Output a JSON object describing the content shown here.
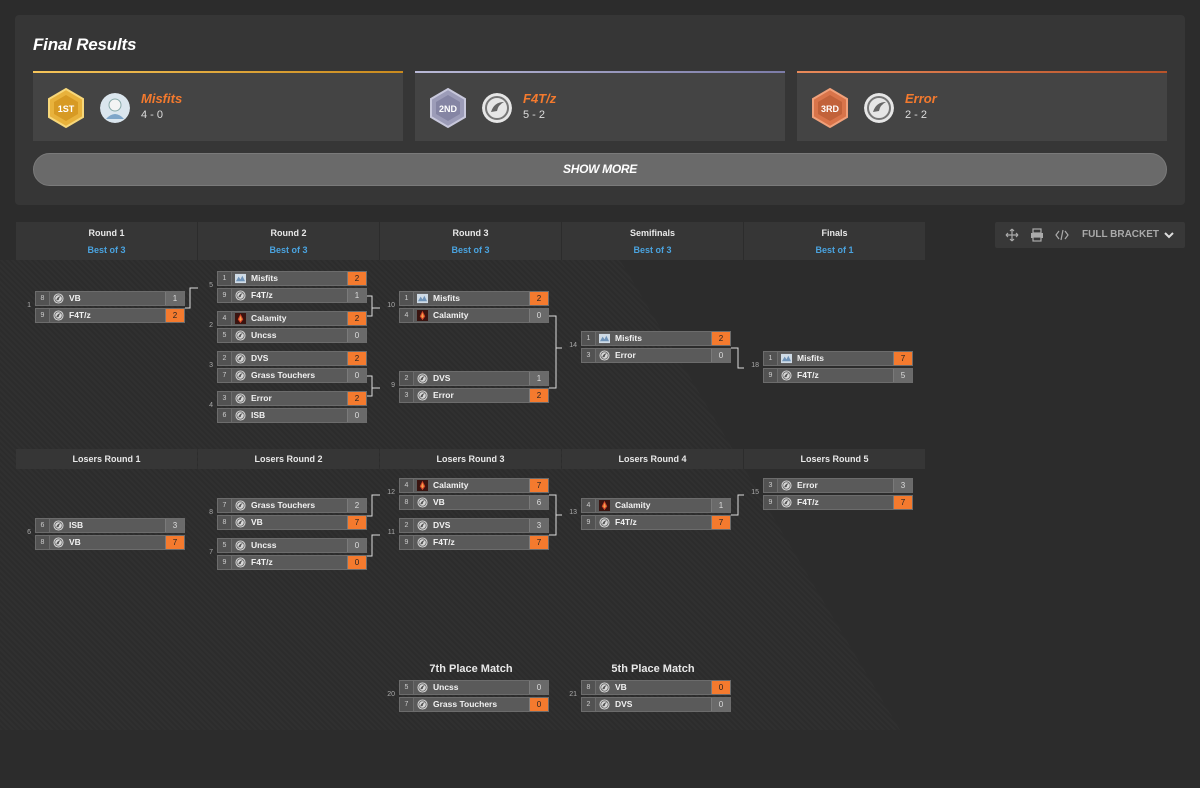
{
  "results": {
    "title": "Final Results",
    "show_more": "SHOW MORE",
    "places": [
      {
        "medal": "1ST",
        "team": "Misfits",
        "score": "4 - 0",
        "color": "#f0b23a"
      },
      {
        "medal": "2ND",
        "team": "F4T/z",
        "score": "5 - 2",
        "color": "#9a9ac2"
      },
      {
        "medal": "3RD",
        "team": "Error",
        "score": "2 - 2",
        "color": "#e07a4a"
      }
    ]
  },
  "toolbar": {
    "label": "FULL BRACKET"
  },
  "rounds": {
    "r1": {
      "name": "Round 1",
      "best": "Best of 3"
    },
    "r2": {
      "name": "Round 2",
      "best": "Best of 3"
    },
    "r3": {
      "name": "Round 3",
      "best": "Best of 3"
    },
    "semi": {
      "name": "Semifinals",
      "best": "Best of 3"
    },
    "final": {
      "name": "Finals",
      "best": "Best of 1"
    },
    "l1": {
      "name": "Losers Round 1"
    },
    "l2": {
      "name": "Losers Round 2"
    },
    "l3": {
      "name": "Losers Round 3"
    },
    "l4": {
      "name": "Losers Round 4"
    },
    "l5": {
      "name": "Losers Round 5"
    },
    "p7": {
      "name": "7th Place Match"
    },
    "p5": {
      "name": "5th Place Match"
    }
  },
  "colors": {
    "accent": "#f47a2e",
    "best": "#4aa3df"
  },
  "matches": {
    "m1": {
      "num": "1",
      "rows": [
        {
          "seed": "8",
          "team": "VB",
          "score": "1",
          "win": false,
          "icon": "team-icon"
        },
        {
          "seed": "9",
          "team": "F4T/z",
          "score": "2",
          "win": true,
          "icon": "team-icon"
        }
      ]
    },
    "m5": {
      "num": "5",
      "rows": [
        {
          "seed": "1",
          "team": "Misfits",
          "score": "2",
          "win": true,
          "icon": "misfits-logo-icon"
        },
        {
          "seed": "9",
          "team": "F4T/z",
          "score": "1",
          "win": false,
          "icon": "team-icon"
        }
      ]
    },
    "m2": {
      "num": "2",
      "rows": [
        {
          "seed": "4",
          "team": "Calamity",
          "score": "2",
          "win": true,
          "icon": "calamity-logo-icon"
        },
        {
          "seed": "5",
          "team": "Uncss",
          "score": "0",
          "win": false,
          "icon": "team-icon"
        }
      ]
    },
    "m3": {
      "num": "3",
      "rows": [
        {
          "seed": "2",
          "team": "DVS",
          "score": "2",
          "win": true,
          "icon": "team-icon"
        },
        {
          "seed": "7",
          "team": "Grass Touchers",
          "score": "0",
          "win": false,
          "icon": "team-icon"
        }
      ]
    },
    "m4": {
      "num": "4",
      "rows": [
        {
          "seed": "3",
          "team": "Error",
          "score": "2",
          "win": true,
          "icon": "team-icon"
        },
        {
          "seed": "6",
          "team": "ISB",
          "score": "0",
          "win": false,
          "icon": "team-icon"
        }
      ]
    },
    "m10": {
      "num": "10",
      "rows": [
        {
          "seed": "1",
          "team": "Misfits",
          "score": "2",
          "win": true,
          "icon": "misfits-logo-icon"
        },
        {
          "seed": "4",
          "team": "Calamity",
          "score": "0",
          "win": false,
          "icon": "calamity-logo-icon"
        }
      ]
    },
    "m9": {
      "num": "9",
      "rows": [
        {
          "seed": "2",
          "team": "DVS",
          "score": "1",
          "win": false,
          "icon": "team-icon"
        },
        {
          "seed": "3",
          "team": "Error",
          "score": "2",
          "win": true,
          "icon": "team-icon"
        }
      ]
    },
    "m14": {
      "num": "14",
      "rows": [
        {
          "seed": "1",
          "team": "Misfits",
          "score": "2",
          "win": true,
          "icon": "misfits-logo-icon"
        },
        {
          "seed": "3",
          "team": "Error",
          "score": "0",
          "win": false,
          "icon": "team-icon"
        }
      ]
    },
    "m18": {
      "num": "18",
      "rows": [
        {
          "seed": "1",
          "team": "Misfits",
          "score": "7",
          "win": true,
          "icon": "misfits-logo-icon"
        },
        {
          "seed": "9",
          "team": "F4T/z",
          "score": "5",
          "win": false,
          "icon": "team-icon"
        }
      ]
    },
    "m6": {
      "num": "6",
      "rows": [
        {
          "seed": "6",
          "team": "ISB",
          "score": "3",
          "win": false,
          "icon": "team-icon"
        },
        {
          "seed": "8",
          "team": "VB",
          "score": "7",
          "win": true,
          "icon": "team-icon"
        }
      ]
    },
    "m8": {
      "num": "8",
      "rows": [
        {
          "seed": "7",
          "team": "Grass Touchers",
          "score": "2",
          "win": false,
          "icon": "team-icon"
        },
        {
          "seed": "8",
          "team": "VB",
          "score": "7",
          "win": true,
          "icon": "team-icon"
        }
      ]
    },
    "m7": {
      "num": "7",
      "rows": [
        {
          "seed": "5",
          "team": "Uncss",
          "score": "0",
          "win": false,
          "icon": "team-icon"
        },
        {
          "seed": "9",
          "team": "F4T/z",
          "score": "0",
          "win": true,
          "icon": "team-icon"
        }
      ]
    },
    "m12": {
      "num": "12",
      "rows": [
        {
          "seed": "4",
          "team": "Calamity",
          "score": "7",
          "win": true,
          "icon": "calamity-logo-icon"
        },
        {
          "seed": "8",
          "team": "VB",
          "score": "6",
          "win": false,
          "icon": "team-icon"
        }
      ]
    },
    "m11": {
      "num": "11",
      "rows": [
        {
          "seed": "2",
          "team": "DVS",
          "score": "3",
          "win": false,
          "icon": "team-icon"
        },
        {
          "seed": "9",
          "team": "F4T/z",
          "score": "7",
          "win": true,
          "icon": "team-icon"
        }
      ]
    },
    "m13": {
      "num": "13",
      "rows": [
        {
          "seed": "4",
          "team": "Calamity",
          "score": "1",
          "win": false,
          "icon": "calamity-logo-icon"
        },
        {
          "seed": "9",
          "team": "F4T/z",
          "score": "7",
          "win": true,
          "icon": "team-icon"
        }
      ]
    },
    "m15": {
      "num": "15",
      "rows": [
        {
          "seed": "3",
          "team": "Error",
          "score": "3",
          "win": false,
          "icon": "team-icon"
        },
        {
          "seed": "9",
          "team": "F4T/z",
          "score": "7",
          "win": true,
          "icon": "team-icon"
        }
      ]
    },
    "m20": {
      "num": "20",
      "rows": [
        {
          "seed": "5",
          "team": "Uncss",
          "score": "0",
          "win": false,
          "icon": "team-icon"
        },
        {
          "seed": "7",
          "team": "Grass Touchers",
          "score": "0",
          "win": true,
          "icon": "team-icon"
        }
      ]
    },
    "m21": {
      "num": "21",
      "rows": [
        {
          "seed": "8",
          "team": "VB",
          "score": "0",
          "win": true,
          "icon": "team-icon"
        },
        {
          "seed": "2",
          "team": "DVS",
          "score": "0",
          "win": false,
          "icon": "team-icon"
        }
      ]
    }
  }
}
